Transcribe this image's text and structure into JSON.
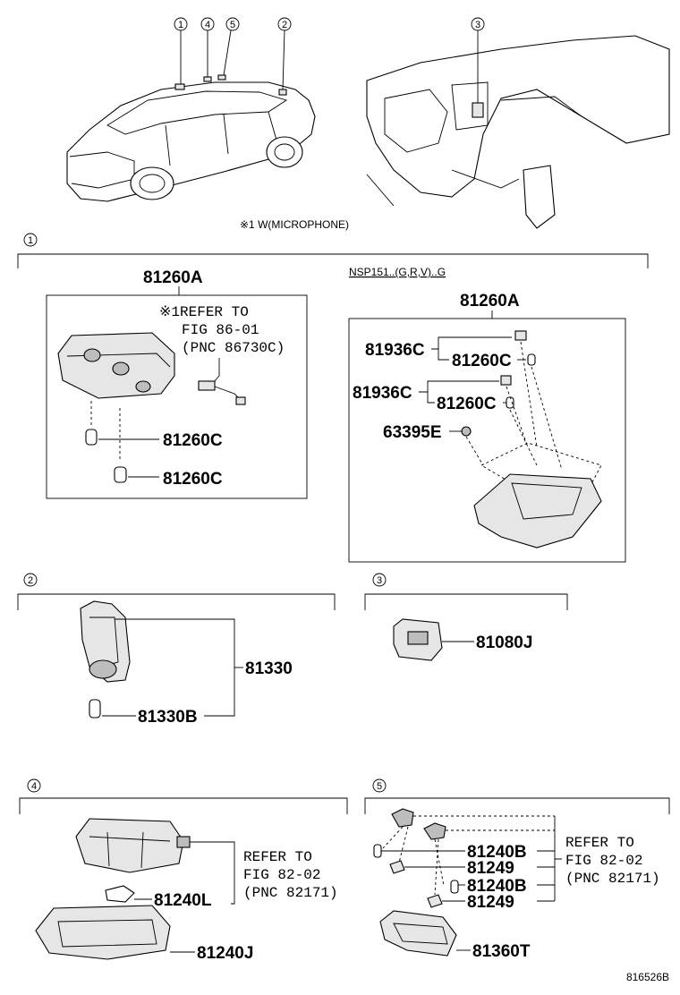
{
  "callouts": [
    "1",
    "2",
    "3",
    "4",
    "5"
  ],
  "overview": {
    "note": "※1 W(MICROPHONE)"
  },
  "section1": {
    "left": {
      "title": "81260A",
      "refer": [
        "※1REFER TO",
        "FIG 86-01",
        "(PNC 86730C)"
      ],
      "parts": [
        "81260C",
        "81260C"
      ]
    },
    "right": {
      "condition": "NSP151..(G,R,V)..G",
      "title": "81260A",
      "parts": [
        "81936C",
        "81260C",
        "81936C",
        "81260C",
        "63395E"
      ]
    }
  },
  "section2": {
    "parts": [
      "81330",
      "81330B"
    ]
  },
  "section3": {
    "parts": [
      "81080J"
    ]
  },
  "section4": {
    "refer": [
      "REFER TO",
      "FIG 82-02",
      "(PNC 82171)"
    ],
    "parts": [
      "81240L",
      "81240J"
    ]
  },
  "section5": {
    "refer": [
      "REFER TO",
      "FIG 82-02",
      "(PNC 82171)"
    ],
    "parts": [
      "81240B",
      "81249",
      "81240B",
      "81249",
      "81360T"
    ]
  },
  "figure_code": "816526B"
}
